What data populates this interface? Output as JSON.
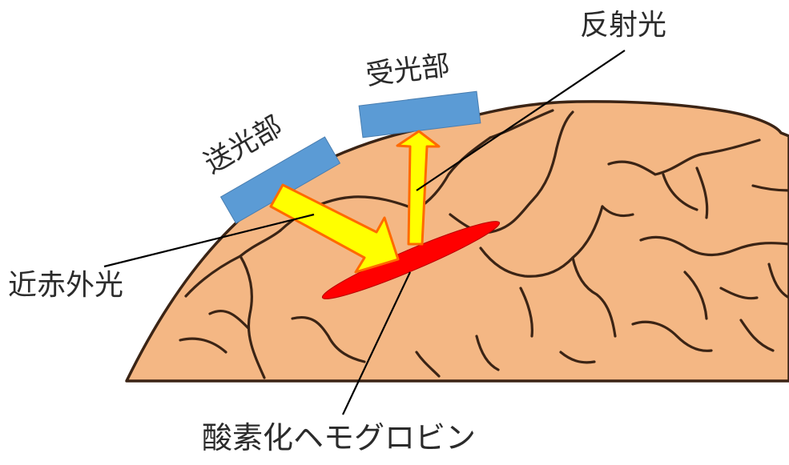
{
  "labels": {
    "reflected_light": "反射光",
    "receiver": "受光部",
    "emitter": "送光部",
    "near_infrared": "近赤外光",
    "oxy_hemoglobin": "酸素化ヘモグロビン"
  },
  "colors": {
    "brain_fill": "#F4B784",
    "brain_outline": "#3B2415",
    "probe_fill": "#5B9BD5",
    "probe_outline": "#4A7EB0",
    "arrow_fill": "#FFFF00",
    "arrow_outline": "#FF6A00",
    "hemoglobin_fill": "#FF0000",
    "hemoglobin_outline": "#B80000",
    "leader_line": "#000000",
    "text": "#2B2B2B"
  }
}
